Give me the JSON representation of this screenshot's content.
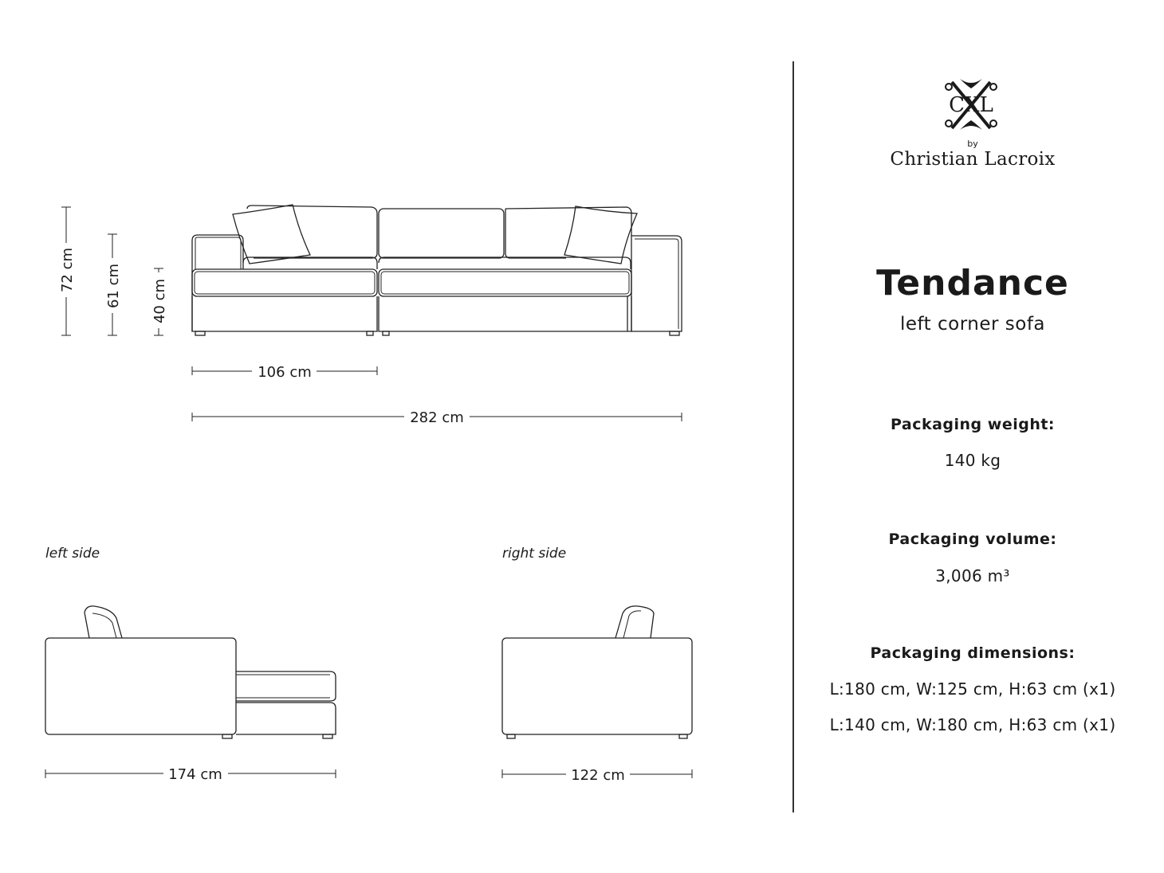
{
  "front": {
    "height_total": "72 cm",
    "height_back": "61 cm",
    "height_seat": "40 cm",
    "width_section": "106 cm",
    "width_total": "282 cm"
  },
  "left_side": {
    "caption": "left side",
    "depth": "174 cm"
  },
  "right_side": {
    "caption": "right side",
    "depth": "122 cm"
  },
  "brand": {
    "monogram": "CXL",
    "by": "by",
    "name": "Christian Lacroix"
  },
  "product": {
    "name": "Tendance",
    "type": "left corner sofa"
  },
  "packaging": {
    "weight_label": "Packaging weight:",
    "weight_value": "140 kg",
    "volume_label": "Packaging volume:",
    "volume_value": "3,006 m³",
    "dimensions_label": "Packaging dimensions:",
    "dimensions": [
      "L:180 cm, W:125 cm, H:63 cm (x1)",
      "L:140 cm, W:180 cm, H:63 cm (x1)"
    ]
  }
}
